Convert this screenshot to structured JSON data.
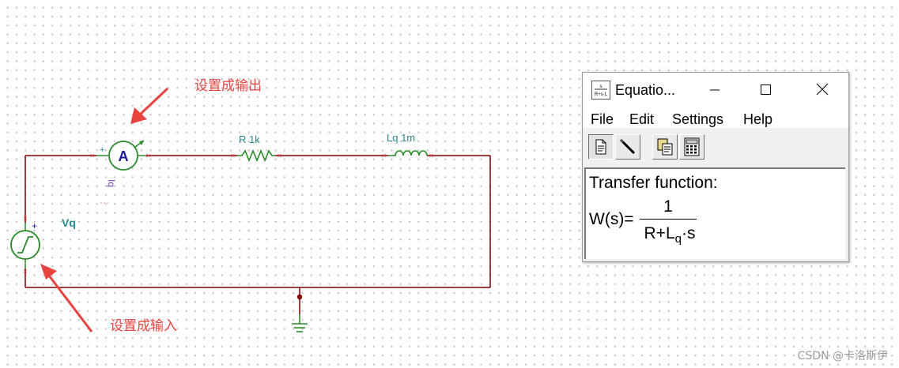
{
  "circuit": {
    "resistor_label": "R 1k",
    "inductor_label": "Lq 1m",
    "source_label": "Vq",
    "ammeter_symbol": "A",
    "ammeter_sub_label": "Iq",
    "plus_sign": "+",
    "wire_color": "#800000",
    "component_color": "#2a8a2a",
    "label_color": "#2a8a8a"
  },
  "annotations": {
    "output_note": "设置成输出",
    "input_note": "设置成输入",
    "arrow_color": "#e8433f"
  },
  "equation_window": {
    "title": "Equatio...",
    "icon": "transfer-function-icon",
    "controls": {
      "minimize": "minimize-icon",
      "maximize": "maximize-icon",
      "close": "close-icon"
    },
    "menu": [
      "File",
      "Edit",
      "Settings",
      "Help"
    ],
    "toolbar": [
      "document-icon",
      "pen-icon",
      "copy-icon",
      "calculator-icon"
    ],
    "content": {
      "heading": "Transfer function:",
      "lhs": "W(s)=",
      "numerator": "1",
      "denominator_main": "R+L",
      "denominator_sub": "q",
      "denominator_tail": "·s"
    }
  },
  "watermark": "CSDN @卡洛斯伊"
}
